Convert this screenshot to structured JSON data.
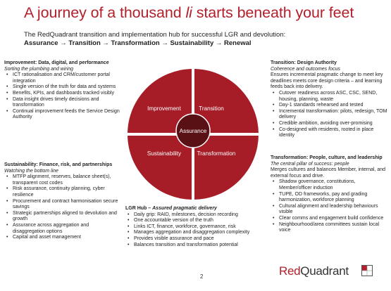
{
  "title": {
    "part1": "A journey of a thousand ",
    "em": "li",
    "part2": " starts beneath your feet"
  },
  "subtitle": {
    "line1": "The RedQuadrant transition and implementation hub for successful LGR and devolution:",
    "line2": "Assurance → Transition → Transformation → Sustainability → Renewal"
  },
  "wheel": {
    "top_left": "Improvement",
    "top_right": "Transition",
    "bottom_left": "Sustainability",
    "bottom_right": "Transformation",
    "center": "Assurance"
  },
  "improvement": {
    "heading": "Improvement: Data, digital, and performance",
    "subheading": "Sorting the plumbing and wiring",
    "items": [
      "ICT rationalisation and CRM/customer portal integration",
      "Single version of the truth for data and systems",
      "Benefits, KPIs, and dashboards tracked visibly",
      "Data insight drives timely decisions and transformation",
      "Continual improvement feeds the Service Design Authority"
    ]
  },
  "sustainability": {
    "heading": "Sustainability: Finance, risk, and partnerships",
    "subheading": "Watching the bottom line",
    "items": [
      "MTFP alignment, reserves, balance sheet(s), transparent cost codes",
      "Risk assurance, continuity planning, cyber resilience",
      "Procurement and contract harmonisation secure savings",
      "Strategic partnerships aligned to devolution and growth",
      "Assurance across aggregation and disaggregation options",
      "Capital and asset management"
    ]
  },
  "design": {
    "heading": "Transition: Design Authority",
    "subheading": "Coherence and outcomes focus",
    "intro": "Ensures incremental pragmatic change to meet key deadlines meets core design criteria – and learning feeds back into delivery.",
    "items": [
      "Cutover readiness across ASC, CSC, SEND, housing, planning, waste",
      "Day-1 standards rehearsed and tested",
      "Incremental transformation: pilots, redesign, TOM delivery",
      "Credible ambition, avoiding over-promising",
      "Co-designed with residents, rooted in place identity"
    ]
  },
  "people": {
    "heading": "Transformation: People, culture, and leadership",
    "subheading": "The central pillar of success: people",
    "intro": "Merges cultures and balances Member, internal, and external focus and drive.",
    "items": [
      "Shadow governance, constitutions, Member/officer induction",
      "TUPE, OD frameworks, pay and grading harmonization, workforce planning",
      "Cultural alignment and leadership behaviours visible",
      "Clear comms and engagement build confidence",
      "Neighbourhood/area committees sustain local voice"
    ]
  },
  "hub": {
    "heading_bold": "LGR Hub – ",
    "heading_italic": "Assured pragmatic delivery",
    "items": [
      "Daily grip: RAID, milestones, decision recording",
      "One accountable version of the truth",
      "Links ICT, finance, workforce, governance, risk",
      "Manages aggregation and disaggregation complexity",
      "Provides visible assurance and pace",
      "Balances transition and transformation potential"
    ]
  },
  "footer": {
    "page_number": "2"
  },
  "logo": {
    "red": "Red",
    "dark": "Quadrant"
  },
  "colors": {
    "brand_red": "#b3202b",
    "wheel_red": "#a61c27",
    "center_dark": "#5a1116"
  }
}
